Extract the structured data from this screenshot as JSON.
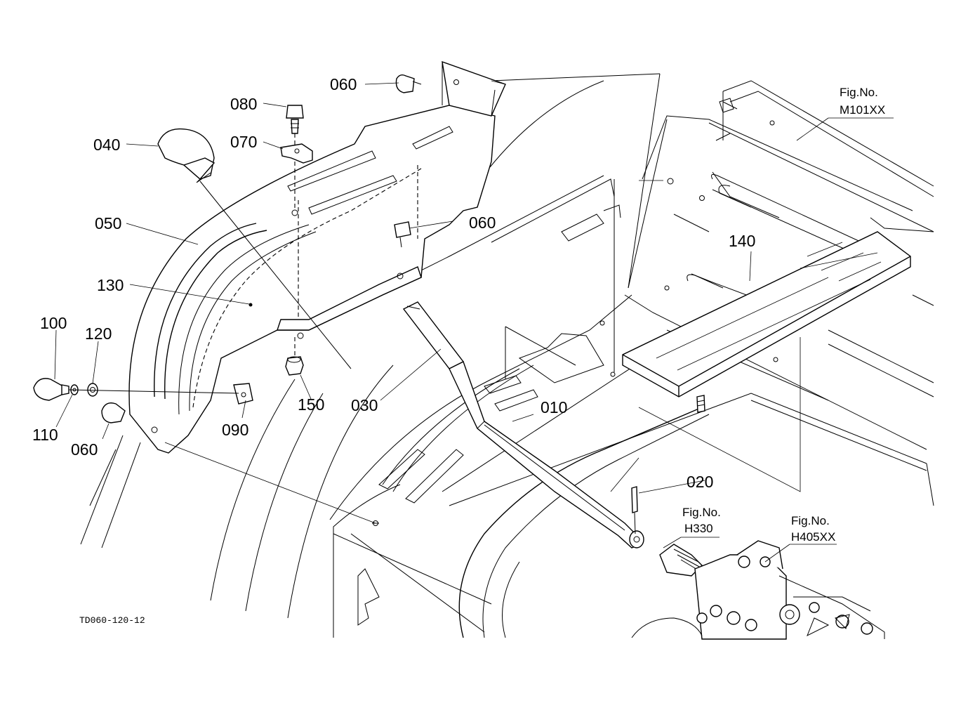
{
  "diagram": {
    "drawing_code": "TD060-120-12",
    "part_labels": {
      "p060_top": "060",
      "p080": "080",
      "p070": "070",
      "p040": "040",
      "p050": "050",
      "p060_mid": "060",
      "p130": "130",
      "p100": "100",
      "p120": "120",
      "p110": "110",
      "p060_low": "060",
      "p090": "090",
      "p150": "150",
      "p030": "030",
      "p010": "010",
      "p020": "020",
      "p140": "140"
    },
    "figure_refs": [
      {
        "title": "Fig.No.",
        "code": "M101XX"
      },
      {
        "title": "Fig.No.",
        "code": "H330"
      },
      {
        "title": "Fig.No.",
        "code": "H405XX"
      }
    ]
  }
}
